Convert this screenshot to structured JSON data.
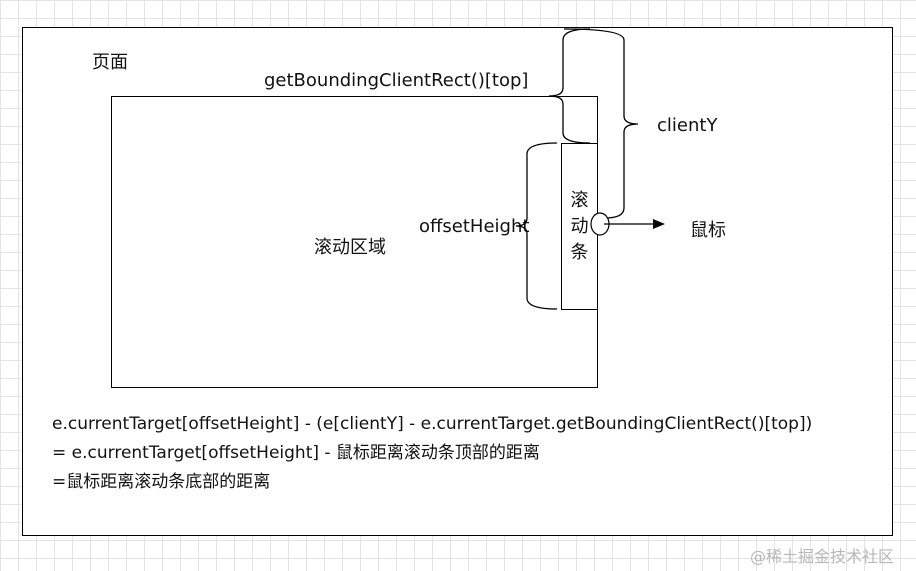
{
  "page_label": "页面",
  "scroll_area_label": "滚动区域",
  "scrollbar_label": "滚动条",
  "labels": {
    "bounding_top": "getBoundingClientRect()[top]",
    "client_y": "clientY",
    "offset_height": "offsetHeight",
    "mouse": "鼠标"
  },
  "formula": {
    "line1": "e.currentTarget[offsetHeight] - (e[clientY] - e.currentTarget.getBoundingClientRect()[top])",
    "line2": "= e.currentTarget[offsetHeight] - 鼠标距离滚动条顶部的距离",
    "line3": "=鼠标距离滚动条底部的距离"
  },
  "watermark": "@稀土掘金技术社区",
  "colors": {
    "grid": "#e3e3e3",
    "stroke": "#000000",
    "watermark": "#b8b8b8"
  }
}
